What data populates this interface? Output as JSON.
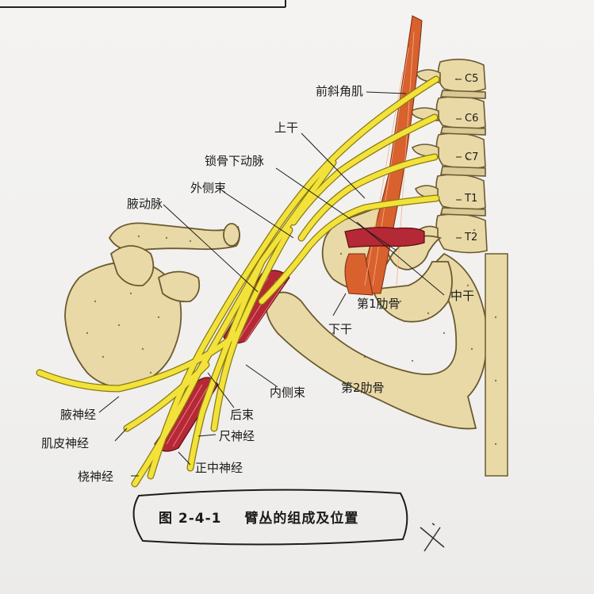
{
  "labels": {
    "anterior_scalene": "前斜角肌",
    "upper_trunk": "上干",
    "subclavian_artery": "锁骨下动脉",
    "lateral_cord": "外侧束",
    "axillary_artery": "腋动脉",
    "first_rib": "第1肋骨",
    "middle_trunk": "中干",
    "lower_trunk": "下干",
    "medial_cord": "内侧束",
    "second_rib": "第2肋骨",
    "posterior_cord": "后束",
    "axillary_nerve": "腋神经",
    "musculocutaneous_nerve": "肌皮神经",
    "ulnar_nerve": "尺神经",
    "median_nerve": "正中神经",
    "radial_nerve": "桡神经"
  },
  "vertebrae": [
    "C5",
    "C6",
    "C7",
    "T1",
    "T2"
  ],
  "caption": {
    "number": "图 2-4-1",
    "title": "臂丛的组成及位置"
  },
  "colors": {
    "nerve": "#f2e23a",
    "nerve_edge": "#8a7a10",
    "bone": "#e9d9a6",
    "bone_edge": "#6b5a30",
    "artery": "#b52835",
    "muscle": "#d8612e"
  }
}
